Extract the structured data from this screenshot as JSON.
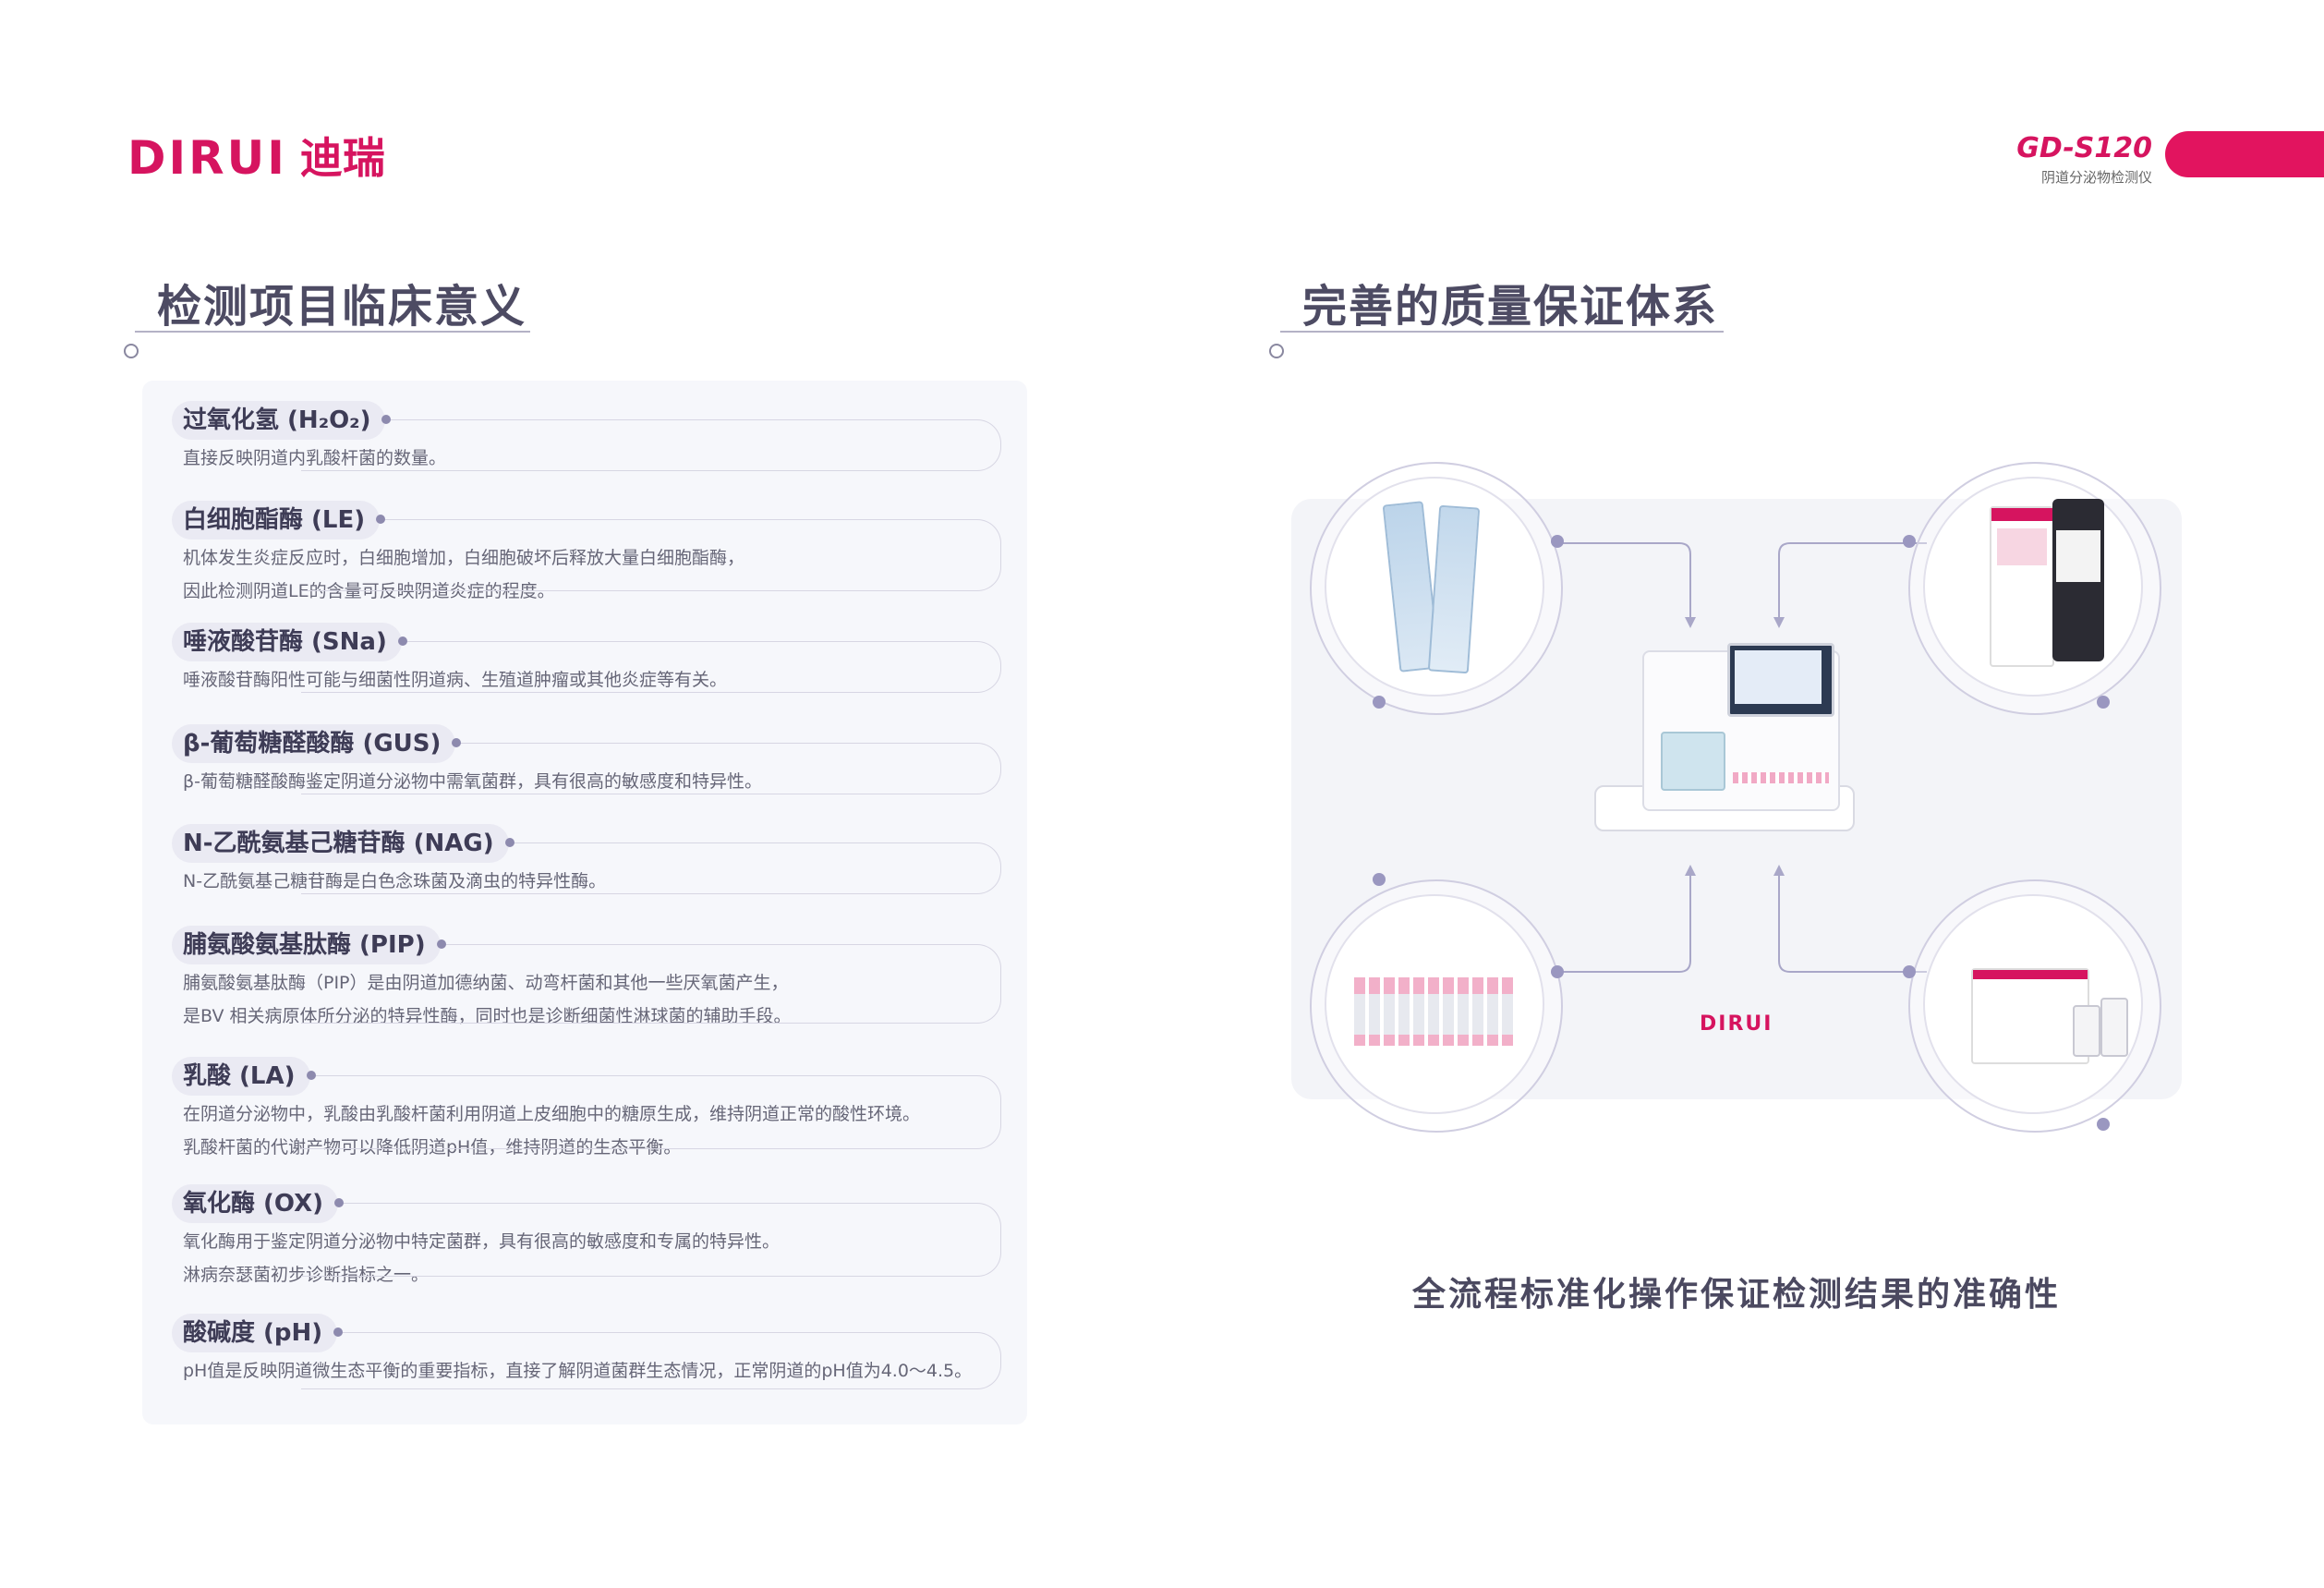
{
  "brand": {
    "logo_latin": "DIRUI",
    "logo_cn": "迪瑞"
  },
  "model": {
    "name": "GD-S120",
    "subtitle": "阴道分泌物检测仪"
  },
  "left_section": {
    "title": "检测项目临床意义",
    "items": [
      {
        "title": "过氧化氢 (H₂O₂)",
        "lines": [
          "直接反映阴道内乳酸杆菌的数量。"
        ]
      },
      {
        "title": "白细胞酯酶 (LE)",
        "lines": [
          "机体发生炎症反应时，白细胞增加，白细胞破坏后释放大量白细胞酯酶，",
          "因此检测阴道LE的含量可反映阴道炎症的程度。"
        ]
      },
      {
        "title": "唾液酸苷酶 (SNa)",
        "lines": [
          "唾液酸苷酶阳性可能与细菌性阴道病、生殖道肿瘤或其他炎症等有关。"
        ]
      },
      {
        "title": "β-葡萄糖醛酸酶 (GUS)",
        "lines": [
          "β-葡萄糖醛酸酶鉴定阴道分泌物中需氧菌群，具有很高的敏感度和特异性。"
        ]
      },
      {
        "title": "N-乙酰氨基己糖苷酶 (NAG)",
        "lines": [
          "N-乙酰氨基己糖苷酶是白色念珠菌及滴虫的特异性酶。"
        ]
      },
      {
        "title": "脯氨酸氨基肽酶 (PIP)",
        "lines": [
          "脯氨酸氨基肽酶（PIP）是由阴道加德纳菌、动弯杆菌和其他一些厌氧菌产生，",
          "是BV 相关病原体所分泌的特异性酶，同时也是诊断细菌性淋球菌的辅助手段。"
        ]
      },
      {
        "title": "乳酸 (LA)",
        "lines": [
          "在阴道分泌物中，乳酸由乳酸杆菌利用阴道上皮细胞中的糖原生成，维持阴道正常的酸性环境。",
          "乳酸杆菌的代谢产物可以降低阴道pH值，维持阴道的生态平衡。"
        ]
      },
      {
        "title": "氧化酶 (OX)",
        "lines": [
          "氧化酶用于鉴定阴道分泌物中特定菌群，具有很高的敏感度和专属的特异性。",
          "淋病奈瑟菌初步诊断指标之一。"
        ]
      },
      {
        "title": "酸碱度 (pH)",
        "lines": [
          "pH值是反映阴道微生态平衡的重要指标，直接了解阴道菌群生态情况，正常阴道的pH值为4.0～4.5。"
        ]
      }
    ]
  },
  "right_section": {
    "title": "完善的质量保证体系",
    "center_brand": "DIRUI",
    "footer": "全流程标准化操作保证检测结果的准确性"
  },
  "colors": {
    "accent": "#d6145f",
    "heading": "#4d4b63",
    "panel": "#f6f7fb",
    "node": "#9a97c0"
  }
}
